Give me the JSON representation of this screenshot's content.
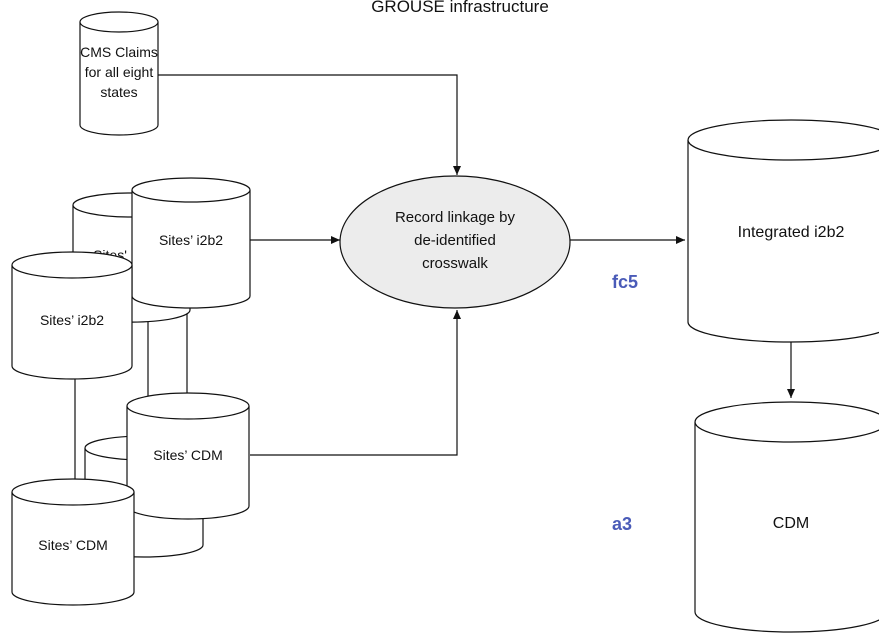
{
  "title": "GROUSE infrastructure",
  "nodes": {
    "cms": [
      "CMS Claims",
      "for all eight",
      "states"
    ],
    "i2b2_back_partial": "Sites'",
    "i2b2_front_upper": "Sites’ i2b2",
    "i2b2_front_lower": "Sites’ i2b2",
    "cdm_front_upper": "Sites’ CDM",
    "cdm_front_lower": "Sites’ CDM",
    "linkage": [
      "Record linkage by",
      "de-identified",
      "crosswalk"
    ],
    "integrated": "Integrated i2b2",
    "cdm": "CDM"
  },
  "tags": {
    "fc5": "fc5",
    "a3": "a3"
  },
  "colors": {
    "tag": "#4a5bb8",
    "stroke": "#111111"
  }
}
